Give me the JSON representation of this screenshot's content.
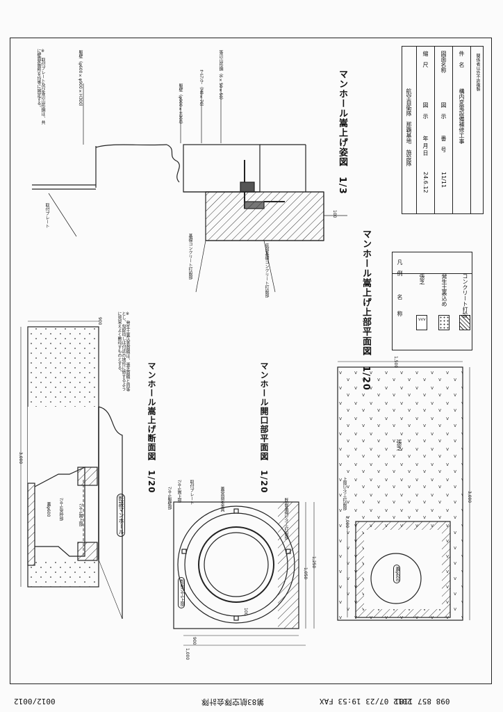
{
  "fax_header": {
    "datetime": "2012 07/23 19:53 FAX",
    "fax_number": "098 857 1181",
    "sender": "第83航空隊会計隊",
    "page": "0012/0012"
  },
  "title_block": {
    "approval": "関係者以外不許複製",
    "rows": [
      {
        "label": "件　名",
        "value": "構内変電設備補修工事"
      },
      {
        "label": "図面名称",
        "value": "図　示",
        "extra_label": "番　号",
        "extra_value": "11/11"
      },
      {
        "label": "縮　尺",
        "value": "図　示",
        "extra_label": "年 月 日",
        "extra_value": "24.6.12"
      }
    ],
    "organization": "航空自衛隊　那覇基地　施設隊"
  },
  "drawings": [
    {
      "title": "マンホール嵩上げ姿図　1/3"
    },
    {
      "title": "マンホール嵩上げ上部平面図　1/20"
    },
    {
      "title": "マンホール嵩上げ断面図　1/20"
    },
    {
      "title": "マンホール開口部平面図　1/20"
    }
  ],
  "notes": {
    "side_view_note": "※　取付プレート及び等辺山形鋼は、共に壁面6箇所を均等に固定する。",
    "section_note": "※　発生土裏込表面積は、張芝面積と同等とし、勾配均しは付近の地形に倣するように見栄えよく敷均すものとする。"
  },
  "side_view_labels": [
    "躯壁（φ600×φ900×H300）",
    "等辺山形鋼（6×50×50）",
    "ｵｰﾙｱﾝｶｰ（M8×70）",
    "躯壁（φ900×H300）",
    "取付プレート",
    "基礎コンクリート打設部",
    "底部基礎コンクリート打設部"
  ],
  "side_view_dims": [
    "100"
  ],
  "legend": {
    "header_left": "凡　例",
    "header_right": "名　　称",
    "items": [
      {
        "name": "張芝",
        "pattern": "grass"
      },
      {
        "name": "発生土裏込め",
        "pattern": "dots"
      },
      {
        "name": "コンクリート打設",
        "pattern": "hatch"
      }
    ]
  },
  "section_view": {
    "labels": [
      "蓋φ600",
      "ﾏﾝﾎｰﾙ受枠部",
      "ﾏﾝﾎｰﾙ嵩上部",
      "既設マンホール"
    ],
    "dims": [
      "900",
      "3,000"
    ]
  },
  "opening_plan": {
    "labels": [
      "ﾏﾝﾎｰﾙ躯壁部",
      "ﾏﾝﾎｰﾙ嵩上部",
      "取付プレート",
      "蓋受固定金具",
      "既設基礎ｺﾝｸﾘｰﾄ打設部",
      "既設ﾏﾝﾎｰﾙ上部"
    ],
    "dims": [
      "900",
      "1,000",
      "1,050",
      "1,250",
      "100"
    ]
  },
  "top_plan": {
    "labels": [
      "上部ｺﾝｸﾘｰﾄ打設部",
      "張芝",
      "蓋φ600"
    ],
    "dims": [
      "1,500",
      "1,000",
      "3,000"
    ]
  },
  "colors": {
    "line": "#222222",
    "paper": "#fbfbfb"
  }
}
